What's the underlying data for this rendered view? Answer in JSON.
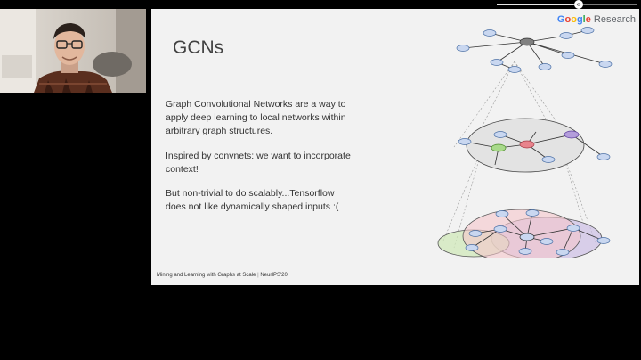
{
  "video": {
    "progress_fraction": 0.58
  },
  "slide": {
    "brand": {
      "logo_letters": [
        {
          "char": "G",
          "color": "#4285F4"
        },
        {
          "char": "o",
          "color": "#EA4335"
        },
        {
          "char": "o",
          "color": "#FBBC05"
        },
        {
          "char": "g",
          "color": "#4285F4"
        },
        {
          "char": "l",
          "color": "#34A853"
        },
        {
          "char": "e",
          "color": "#EA4335"
        }
      ],
      "suffix": " Research"
    },
    "title": "GCNs",
    "paragraphs": [
      "Graph Convolutional Networks are a way to apply deep learning to local networks within arbitrary graph structures.",
      "Inspired by convnets: we want to incorporate context!",
      "But non-trivial to do scalably...Tensorflow does not like dynamically shaped inputs :("
    ],
    "footer": {
      "title": "Mining and Learning with Graphs at Scale",
      "separator": " | ",
      "venue": "NeurIPS'20"
    }
  },
  "colors": {
    "node_default": "#c9d7f0",
    "node_center": "#808080",
    "node_red": "#e8838c",
    "node_green": "#a8d98a",
    "node_purple": "#b39ddb",
    "ellipse_gray": "#e3e3e3",
    "ellipse_red": "#f5c6cc",
    "ellipse_green": "#cfe8b6",
    "ellipse_purple": "#cdbfe6"
  }
}
